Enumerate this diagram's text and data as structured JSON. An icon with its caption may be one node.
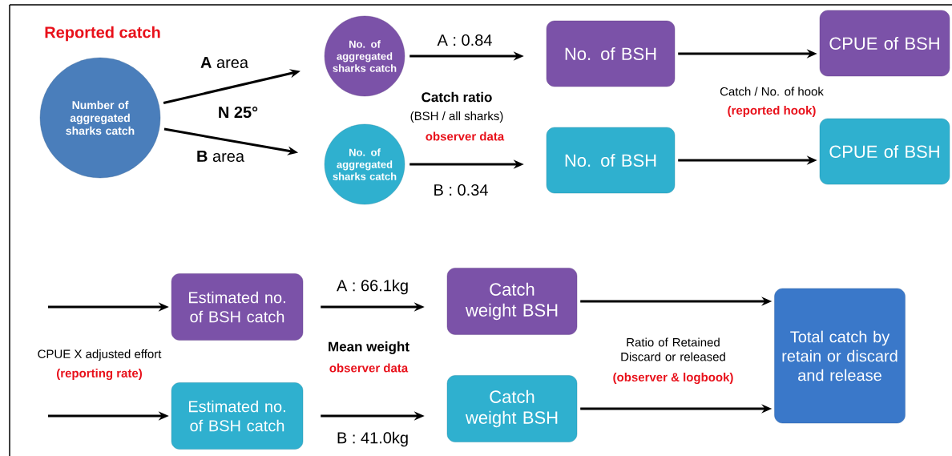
{
  "diagram": {
    "nodes": [
      {
        "text": [
          "Number of aggregated sharks catch"
        ]
      },
      {
        "text": [
          "No. of aggregated sharks catch"
        ]
      },
      {
        "text": [
          "No. of aggregated sharks catch"
        ]
      },
      {
        "text": [
          "No. of BSH"
        ]
      },
      {
        "text": [
          "No. of BSH"
        ]
      },
      {
        "text": [
          "CPUE of BSH"
        ]
      },
      {
        "text": [
          "CPUE of BSH"
        ]
      },
      {
        "text": [
          "Estimated no. of BSH catch"
        ]
      },
      {
        "text": [
          "Estimated no. of BSH catch"
        ]
      },
      {
        "text": [
          "Catch weight BSH"
        ]
      },
      {
        "text": [
          "Catch weight BSH"
        ]
      },
      {
        "text": [
          "Total catch by retain or discard and release"
        ]
      }
    ],
    "edges": [
      {
        "from": 0,
        "to": 1,
        "arrow": "to",
        "label": "**A** area"
      },
      {
        "from": 0,
        "to": 2,
        "arrow": "to",
        "label": "**B** area"
      },
      {
        "from": 1,
        "to": 3,
        "arrow": "to",
        "label": "A : 0.84"
      },
      {
        "from": 2,
        "to": 4,
        "arrow": "to",
        "label": "B : 0.34"
      },
      {
        "from": 3,
        "to": 5,
        "arrow": "to"
      },
      {
        "from": 4,
        "to": 6,
        "arrow": "to"
      },
      {
        "from": null,
        "to": 7,
        "arrow": "to"
      },
      {
        "from": null,
        "to": 8,
        "arrow": "to"
      },
      {
        "from": 7,
        "to": 9,
        "arrow": "to",
        "label": "A : 66.1kg"
      },
      {
        "from": 8,
        "to": 10,
        "arrow": "to",
        "label": "B : 41.0kg"
      },
      {
        "from": 9,
        "to": 11,
        "arrow": "to"
      },
      {
        "from": 10,
        "to": 11,
        "arrow": "to"
      }
    ],
    "labels": [
      "Reported catch",
      "N 25°",
      "Catch ratio",
      "(BSH / all sharks)",
      "observer data",
      "Catch / No. of hook",
      "(reported hook)",
      "CPUE X adjusted effort",
      "(reporting rate)",
      "Mean weight",
      "observer data",
      "Ratio of Retained Discard or released",
      "(observer & logbook)"
    ]
  }
}
